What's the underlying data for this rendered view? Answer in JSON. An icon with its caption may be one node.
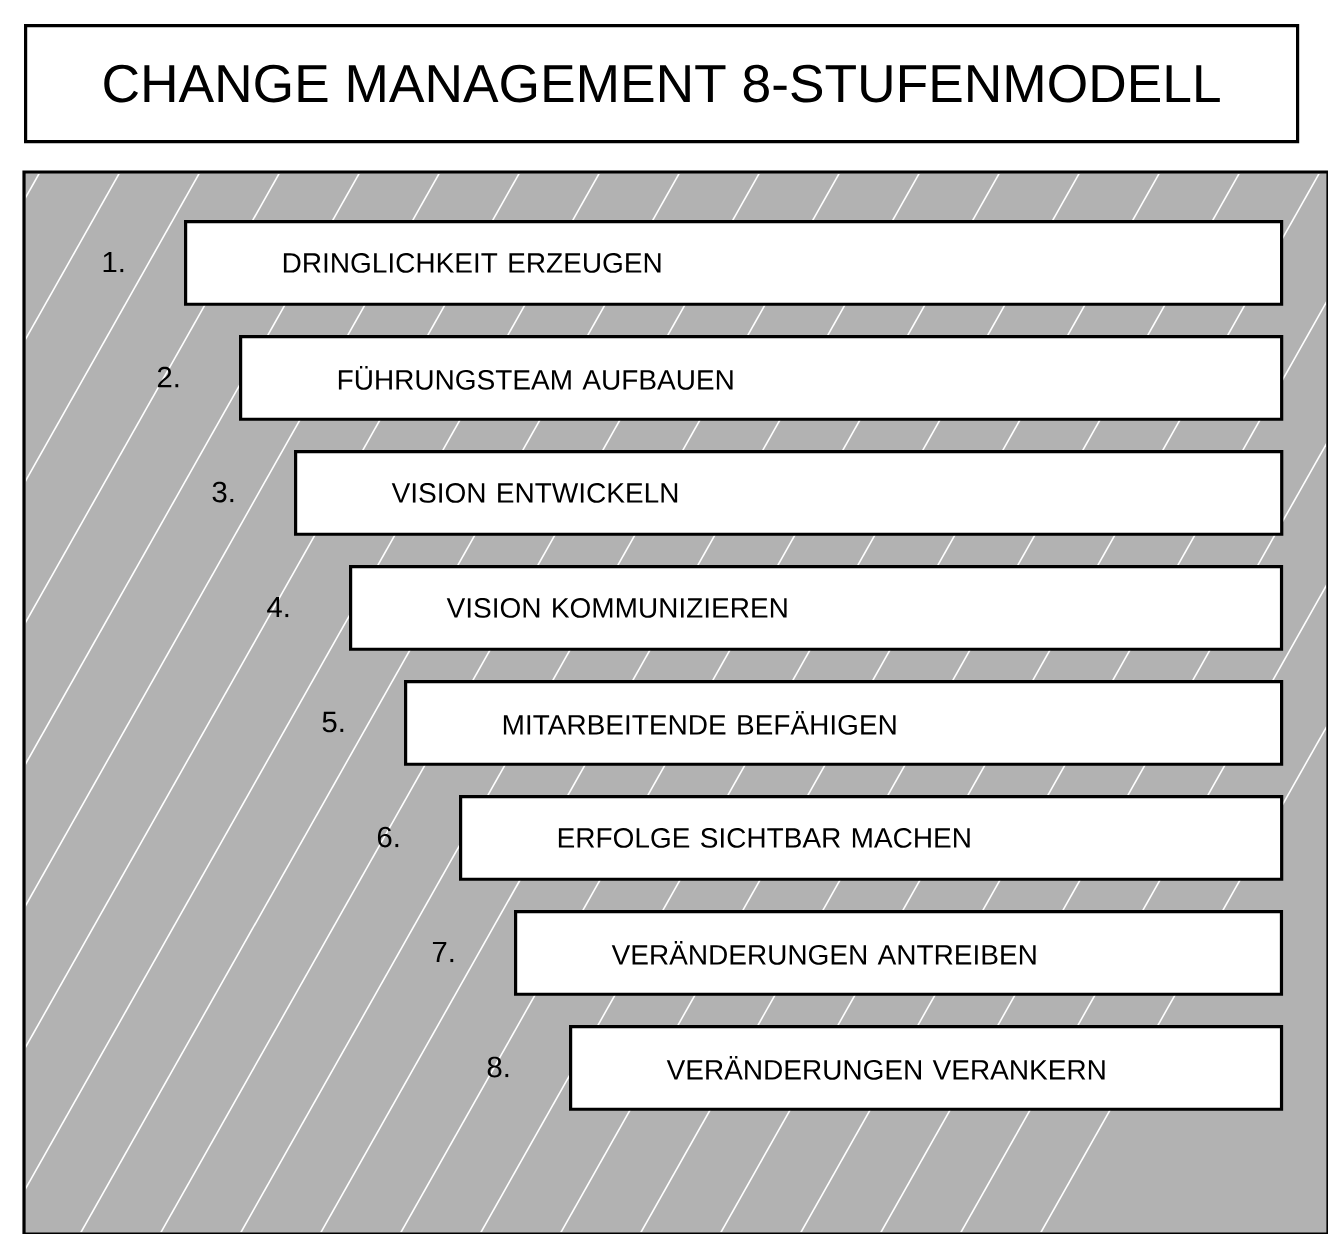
{
  "diagram": {
    "title": "CHANGE MANAGEMENT 8-STUFENMODELL",
    "nodes": [
      {
        "text": [
          "DRINGLICHKEIT ERZEUGEN"
        ],
        "beside": [
          "1."
        ]
      },
      {
        "text": [
          "FÜHRUNGSTEAM AUFBAUEN"
        ],
        "beside": [
          "2."
        ]
      },
      {
        "text": [
          "VISION ENTWICKELN"
        ],
        "beside": [
          "3."
        ]
      },
      {
        "text": [
          "VISION KOMMUNIZIEREN"
        ],
        "beside": [
          "4."
        ]
      },
      {
        "text": [
          "MITARBEITENDE BEFÄHIGEN"
        ],
        "beside": [
          "5."
        ]
      },
      {
        "text": [
          "ERFOLGE SICHTBAR MACHEN"
        ],
        "beside": [
          "6."
        ]
      },
      {
        "text": [
          "VERÄNDERUNGEN ANTREIBEN"
        ],
        "beside": [
          "7."
        ]
      },
      {
        "text": [
          "VERÄNDERUNGEN VERANKERN"
        ],
        "beside": [
          "8."
        ]
      }
    ]
  }
}
